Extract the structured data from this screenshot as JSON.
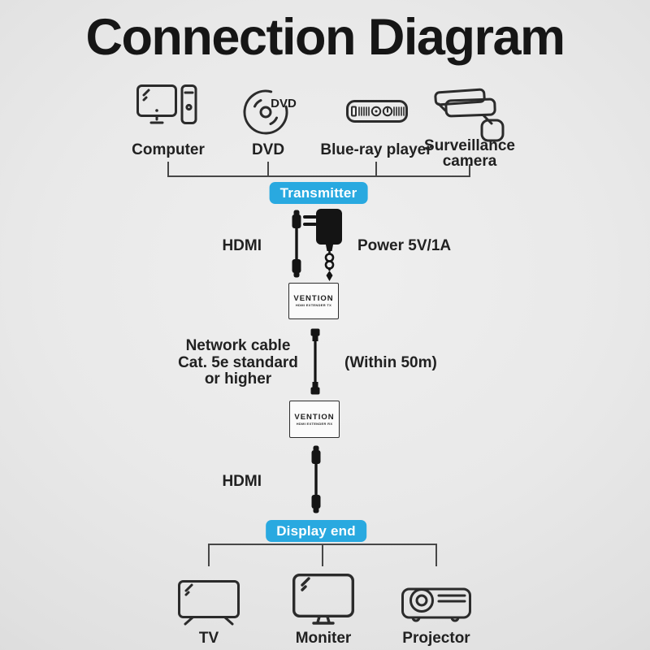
{
  "title": "Connection Diagram",
  "colors": {
    "badge_bg": "#29a9e0",
    "badge_text": "#ffffff",
    "ink": "#212121",
    "line": "#474747",
    "background": "#e6e6e6"
  },
  "source_section": {
    "badge_label": "Transmitter",
    "devices": [
      {
        "label": "Computer"
      },
      {
        "label": "DVD",
        "disc_text": "DVD"
      },
      {
        "label": "Blue-ray player"
      },
      {
        "label": "Surveillance camera"
      }
    ]
  },
  "tx_section": {
    "hdmi_label": "HDMI",
    "power_label": "Power 5V/1A"
  },
  "extender_tx": {
    "brand": "VENTION",
    "model": "HDMI EXTENDER TX"
  },
  "link_section": {
    "cable_note_lines": [
      "Network cable",
      "Cat. 5e standard",
      "or higher"
    ],
    "distance_note": "(Within 50m)"
  },
  "extender_rx": {
    "brand": "VENTION",
    "model": "HDMI EXTENDER RX"
  },
  "rx_section": {
    "hdmi_label": "HDMI"
  },
  "display_section": {
    "badge_label": "Display end",
    "devices": [
      {
        "label": "TV"
      },
      {
        "label": "Moniter"
      },
      {
        "label": "Projector"
      }
    ]
  }
}
